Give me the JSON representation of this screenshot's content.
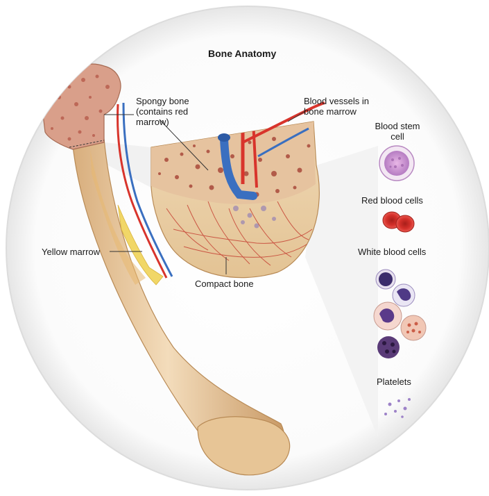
{
  "title": "Bone Anatomy",
  "labels": {
    "spongy_bone": "Spongy bone\n(contains red\nmarrow)",
    "blood_vessels": "Blood vessels in\nbone marrow",
    "yellow_marrow": "Yellow marrow",
    "compact_bone": "Compact bone",
    "blood_stem_cell": "Blood stem\ncell",
    "red_blood_cells": "Red blood cells",
    "white_blood_cells": "White blood cells",
    "platelets": "Platelets"
  },
  "colors": {
    "bone": "#e9c9a0",
    "bone_dark": "#c99a66",
    "spongy_red": "#b5423a",
    "artery": "#d8342c",
    "vein": "#3a6fc0",
    "marrow_yellow": "#f1d767",
    "stem_cell": "#d9a3d8",
    "red_cell": "#d4302a"
  }
}
